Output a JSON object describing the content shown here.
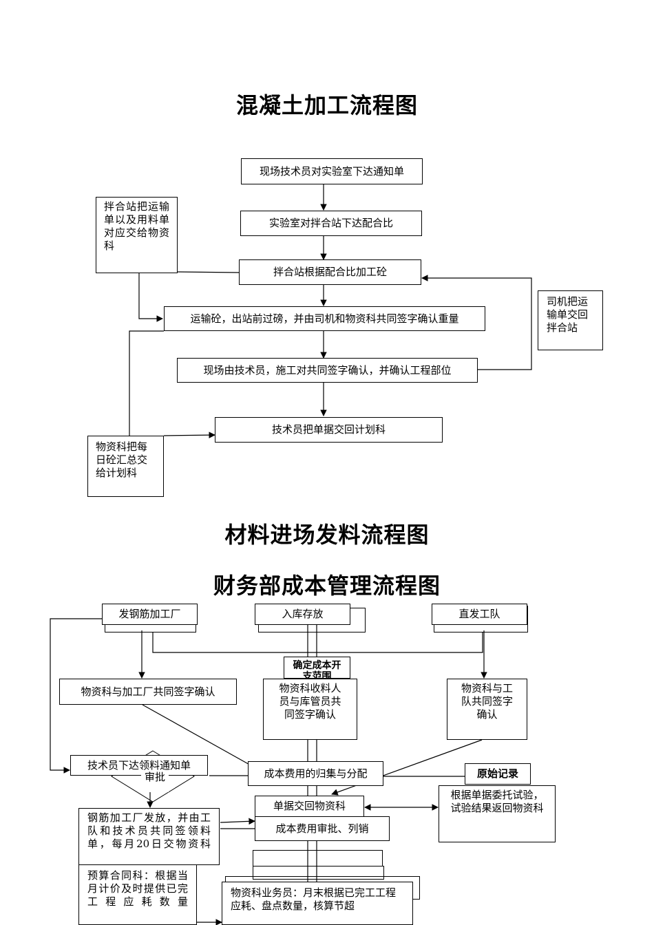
{
  "concrete": {
    "title": "混凝土加工流程图",
    "steps": [
      "现场技术员对实验室下达通知单",
      "实验室对拌合站下达配合比",
      "拌合站根据配合比加工砼",
      "运输砼，出站前过磅，并由司机和物资科共同签字确认重量",
      "现场由技术员，施工对共同签字确认，并确认工程部位",
      "技术员把单据交回计划科"
    ],
    "side_mixing": "拌合站把运输单以及用料单对应交给物资科",
    "side_driver": "司机把运输单交回拌合站",
    "side_materials": "物资科把每日砼汇总交给计划科"
  },
  "material": {
    "title": "材料进场发料流程图"
  },
  "finance": {
    "title": "财务部成本管理流程图",
    "top": [
      "发钢筋加工厂",
      "入库存放",
      "直发工队"
    ],
    "confirm_range": "确定成本开支范围",
    "mid": [
      "物资科与加工厂共同签字确认",
      "物资科收料人员与库管员共同签字确认",
      "物资科与工队共同签字确认"
    ],
    "notice": "技术员下达领料通知单",
    "approval": "审批",
    "collect": "成本费用的归集与分配",
    "original": "原始记录",
    "return_docs": "单据交回物资科",
    "test": "根据单据委托试验，试验结果返回物资科",
    "rebar": "钢筋加工厂发放，并由工队和技术员共同签领料单，每月20日交物资科",
    "cost_approve": "成本费用审批、列销",
    "budget": "预算合同科：根据当月计价及时提供已完工程应耗数量",
    "clerk": "物资科业务员：月末根据已完工工程应耗、盘点数量，核算节超"
  }
}
